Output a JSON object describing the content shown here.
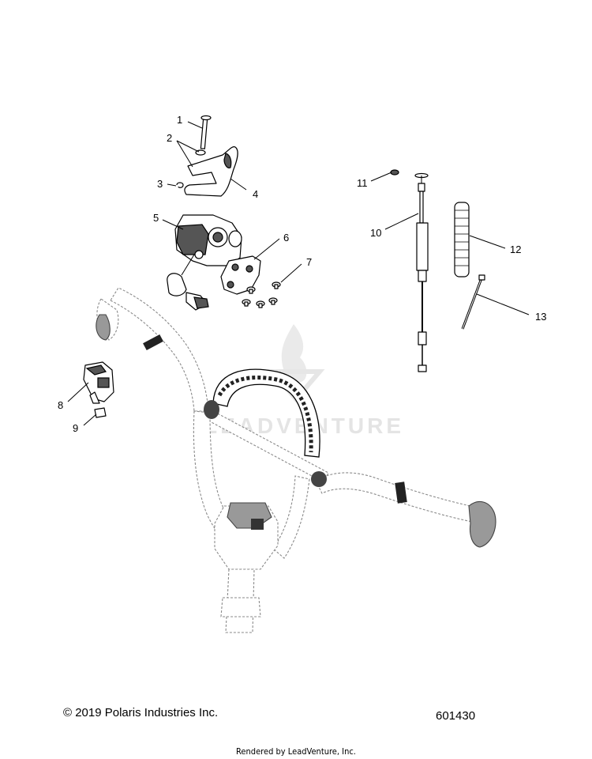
{
  "callouts": [
    {
      "id": "1",
      "label": "1"
    },
    {
      "id": "2",
      "label": "2"
    },
    {
      "id": "3",
      "label": "3"
    },
    {
      "id": "4",
      "label": "4"
    },
    {
      "id": "5",
      "label": "5"
    },
    {
      "id": "6",
      "label": "6"
    },
    {
      "id": "7",
      "label": "7"
    },
    {
      "id": "8",
      "label": "8"
    },
    {
      "id": "9",
      "label": "9"
    },
    {
      "id": "10",
      "label": "10"
    },
    {
      "id": "11",
      "label": "11"
    },
    {
      "id": "12",
      "label": "12"
    },
    {
      "id": "13",
      "label": "13"
    }
  ],
  "watermark": {
    "text": "LEADVENTURE",
    "logo": "leadventure-flame-logo"
  },
  "footer": {
    "copyright": "© 2019 Polaris Industries Inc.",
    "drawing_number": "601430",
    "rendered_by": "Rendered by LeadVenture, Inc."
  }
}
